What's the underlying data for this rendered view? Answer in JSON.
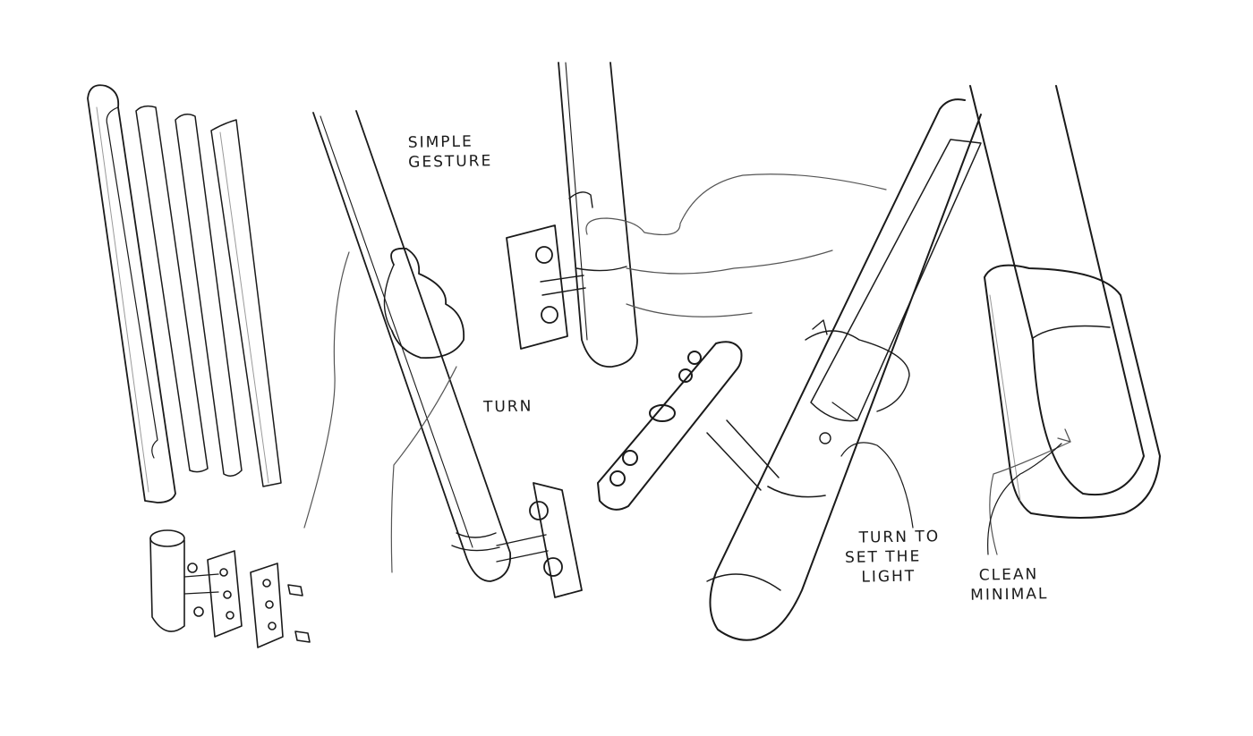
{
  "annotations": {
    "simple_gesture": [
      "SIMPLE",
      "GESTURE"
    ],
    "turn": "TURN",
    "turn_to_set": [
      "TURN TO",
      "SET THE",
      "LIGHT"
    ],
    "clean_minimal": [
      "CLEAN",
      "MINIMAL"
    ]
  },
  "colors": {
    "ink": "#1a1a1a",
    "light_ink": "#9a9a9a",
    "paper": "#ffffff"
  }
}
